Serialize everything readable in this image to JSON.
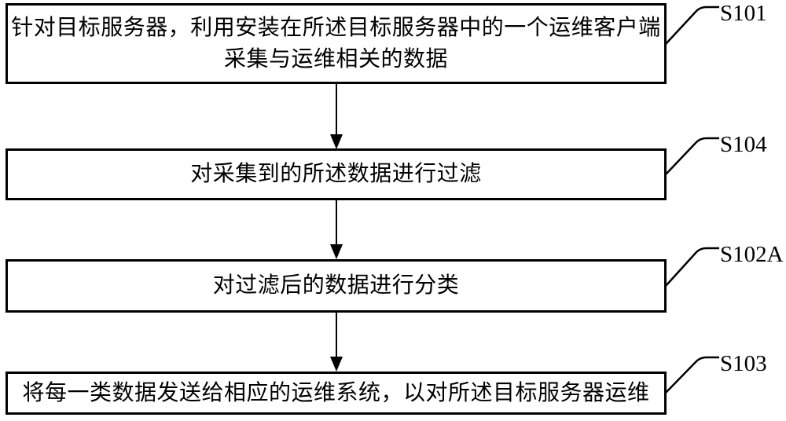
{
  "figure": {
    "type": "flowchart",
    "language": "zh-CN",
    "colors": {
      "line": "#000000",
      "text": "#000000",
      "background": "#ffffff"
    },
    "steps": [
      {
        "id": "S101",
        "text": "针对目标服务器，利用安装在所述目标服务器中的一个运维客户端\n采集与运维相关的数据"
      },
      {
        "id": "S104",
        "text": "对采集到的所述数据进行过滤"
      },
      {
        "id": "S102A",
        "text": "对过滤后的数据进行分类"
      },
      {
        "id": "S103",
        "text": "将每一类数据发送给相应的运维系统，以对所述目标服务器运维"
      }
    ],
    "connections": [
      [
        "S101",
        "S104"
      ],
      [
        "S104",
        "S102A"
      ],
      [
        "S102A",
        "S103"
      ]
    ]
  }
}
